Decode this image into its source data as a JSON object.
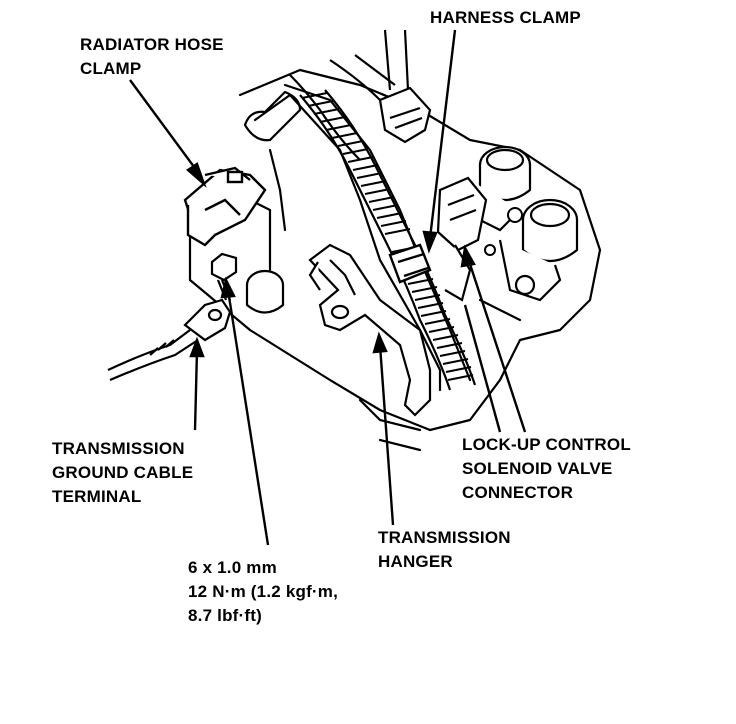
{
  "labels": {
    "radiator_hose_clamp": [
      "RADIATOR HOSE",
      "CLAMP"
    ],
    "harness_clamp": [
      "HARNESS CLAMP"
    ],
    "ground_cable_terminal": [
      "TRANSMISSION",
      "GROUND CABLE",
      "TERMINAL"
    ],
    "lockup_connector": [
      "LOCK-UP CONTROL",
      "SOLENOID VALVE",
      "CONNECTOR"
    ],
    "transmission_hanger": [
      "TRANSMISSION",
      "HANGER"
    ],
    "bolt_spec": [
      "6 x 1.0 mm",
      "12 N·m (1.2 kgf·m,",
      "8.7 lbf·ft)"
    ]
  }
}
